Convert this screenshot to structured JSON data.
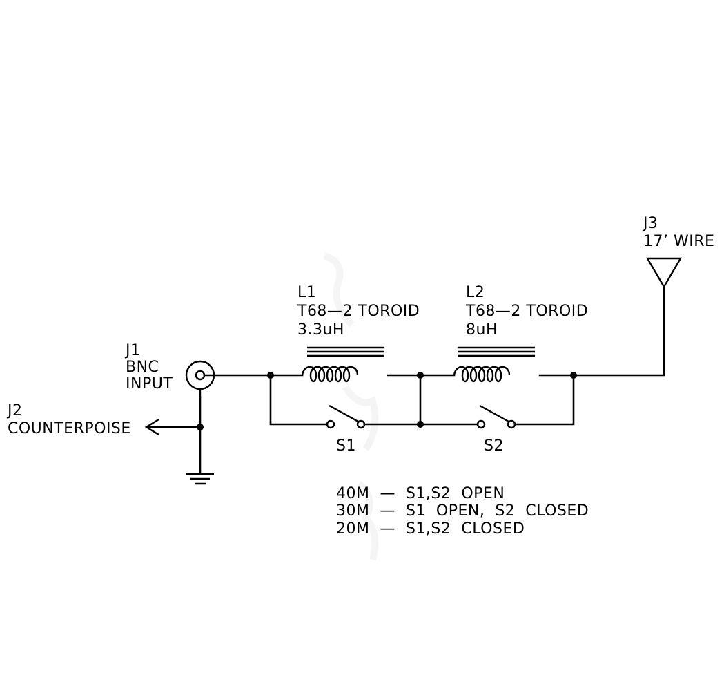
{
  "j1": {
    "ref": "J1",
    "line1": "BNC",
    "line2": "INPUT"
  },
  "j2": {
    "ref": "J2",
    "line1": "COUNTERPOISE"
  },
  "j3": {
    "ref": "J3",
    "line1": "17’ WIRE"
  },
  "l1": {
    "ref": "L1",
    "line1": "T68—2 TOROID",
    "line2": "3.3uH"
  },
  "l2": {
    "ref": "L2",
    "line1": "T68—2 TOROID",
    "line2": "8uH"
  },
  "s1": {
    "ref": "S1"
  },
  "s2": {
    "ref": "S2"
  },
  "notes": [
    "40M  —  S1,S2  OPEN",
    "30M  —  S1  OPEN,  S2  CLOSED",
    "20M  —  S1,S2  CLOSED"
  ],
  "colors": {
    "line": "#000000",
    "background": "#ffffff"
  }
}
